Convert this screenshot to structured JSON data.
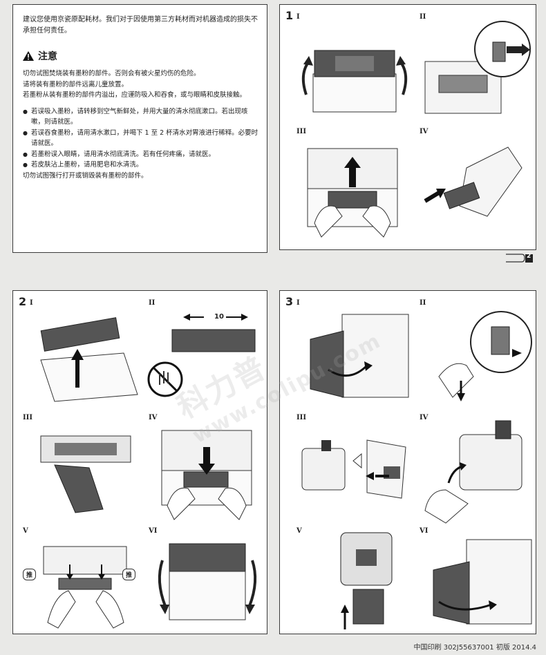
{
  "warning": {
    "intro": "建议您使用京瓷原配耗材。我们对于因使用第三方耗材而对机器造成的损失不承担任何责任。",
    "caution_title": "注意",
    "paragraphs": [
      "切勿试图焚烧装有墨粉的部件。否则会有被火星灼伤的危险。",
      "请将装有墨粉的部件远离儿童放置。",
      "若墨粉从装有墨粉的部件内溢出，应谨防吸入和吞食，或与眼睛和皮肤接触。"
    ],
    "bullets": [
      "若误吸入墨粉，请转移到空气新鲜处，并用大量的清水彻底漱口。若出现咳嗽，则请就医。",
      "若误吞食墨粉，请用清水漱口，并喝下 1 至 2 杯清水对胃液进行稀释。必要时请就医。",
      "若墨粉误入眼睛，请用清水彻底清洗。若有任何疼痛，请就医。",
      "若皮肤沾上墨粉，请用肥皂和水清洗。"
    ],
    "final": "切勿试图强行打开或销毁装有墨粉的部件。"
  },
  "step1": {
    "number": "1",
    "subs": [
      "I",
      "II",
      "III",
      "IV"
    ]
  },
  "step2": {
    "number": "2",
    "subs": [
      "I",
      "II",
      "III",
      "IV",
      "V",
      "VI"
    ],
    "shake_count": "10",
    "push_label": "推"
  },
  "step3": {
    "number": "3",
    "subs": [
      "I",
      "II",
      "III",
      "IV",
      "V",
      "VI"
    ]
  },
  "page_badge": "2",
  "watermark": {
    "line1": "科力普",
    "line2": "www.colipu.com"
  },
  "footer": "中国印刷 302J55637001 初版 2014.4"
}
